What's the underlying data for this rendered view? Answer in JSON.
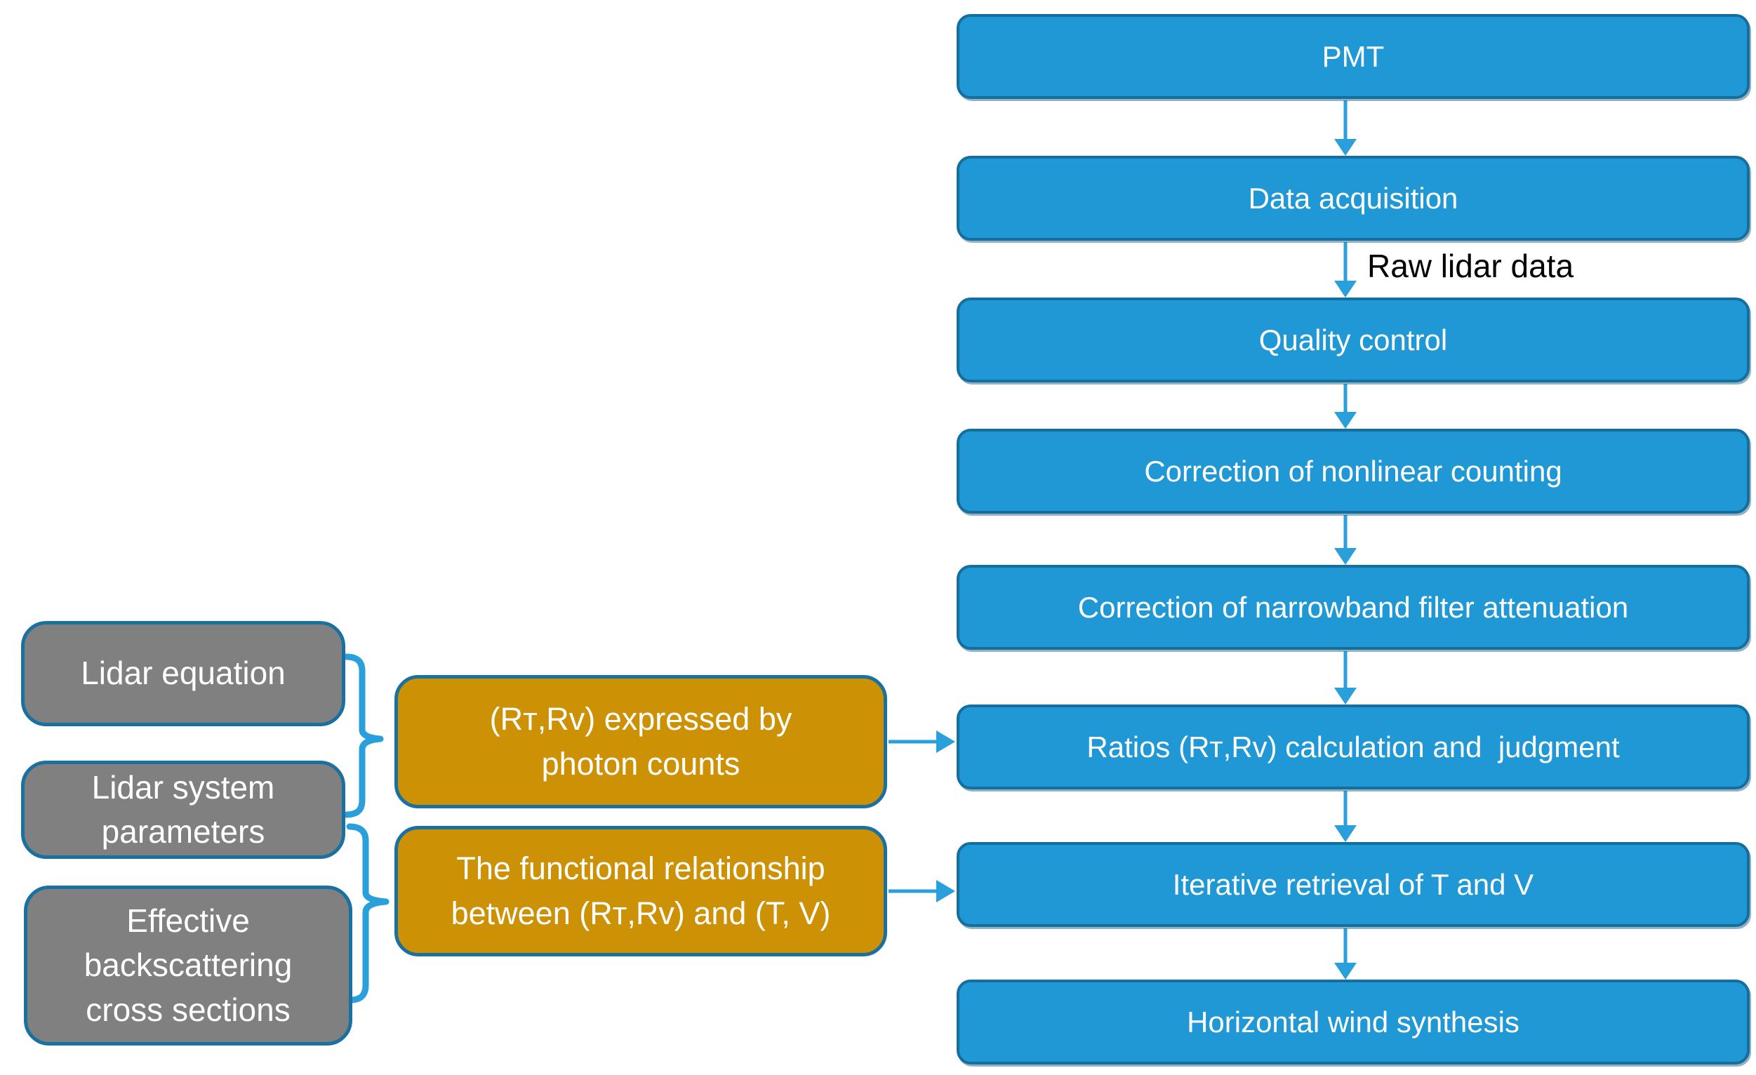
{
  "diagram": {
    "description": "Lidar wind/temperature retrieval data-processing flowchart",
    "colors": {
      "process_box_fill": "#2098d5",
      "process_box_border": "#156f9e",
      "input_box_fill": "#808080",
      "derived_box_fill": "#cc9104",
      "box_border_teal": "#1a709f",
      "connector_blue": "#29a0dc",
      "box_text": "#ffffff",
      "edge_label_text": "#000000",
      "background": "#ffffff"
    },
    "process_chain": [
      {
        "label": "PMT"
      },
      {
        "label": "Data acquisition"
      },
      {
        "label": "Quality control"
      },
      {
        "label": "Correction of nonlinear counting"
      },
      {
        "label": "Correction of narrowband filter attenuation"
      },
      {
        "label": "Ratios (Rᴛ,Rᴠ) calculation and  judgment"
      },
      {
        "label": "Iterative retrieval of T and V"
      },
      {
        "label": "Horizontal wind synthesis"
      }
    ],
    "edge_label": "Raw lidar data",
    "inputs": [
      {
        "lines": [
          "Lidar equation"
        ]
      },
      {
        "lines": [
          "Lidar system",
          "parameters"
        ]
      },
      {
        "lines": [
          "Effective",
          "backscattering",
          "cross sections"
        ]
      }
    ],
    "intermediates": [
      {
        "lines": [
          "(Rᴛ,Rᴠ) expressed by",
          "photon counts"
        ]
      },
      {
        "lines": [
          "The functional relationship",
          "between (Rᴛ,Rᴠ) and (T, V)"
        ]
      }
    ]
  }
}
